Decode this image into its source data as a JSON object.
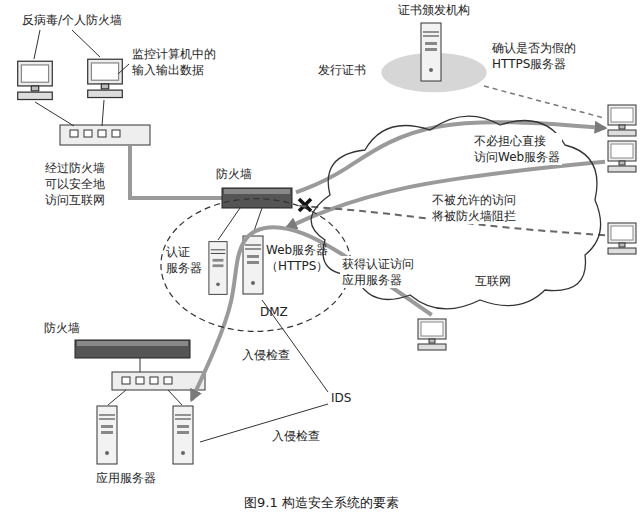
{
  "diagram": {
    "caption": "图9.1 构造安全系统的要素",
    "nodes": [
      {
        "text": [
          "证书颁发机构"
        ]
      },
      {
        "text": [
          "防火墙"
        ]
      },
      {
        "text": [
          "互联网"
        ]
      },
      {
        "text": [
          "DMZ"
        ]
      },
      {
        "text": [
          "认证 服务器"
        ],
        "in": 3
      },
      {
        "text": [
          "Web服务器 （HTTPS）"
        ],
        "in": 3
      },
      {
        "text": [
          "防火墙"
        ]
      },
      {
        "text": [
          "应用服务器"
        ]
      }
    ],
    "edges": [
      {
        "from": 1,
        "to": 2,
        "arrow": "to"
      },
      {
        "from": 2,
        "to": 5,
        "label": "不必担心直接 访问Web服务器",
        "arrow": "to"
      },
      {
        "from": 2,
        "to": 1,
        "label": "不被允许的访问 将被防火墙阻拦",
        "arrow": "none"
      },
      {
        "from": 2,
        "to": 7,
        "label": "获得认证访问 应用服务器",
        "arrow": "to"
      }
    ],
    "labels": [
      "反病毒/个人防火墙",
      "监控计算机中的 输入输出数据",
      "经过防火墙 可以安全地 访问互联网",
      "发行证书",
      "确认是否为假的 HTTPS服务器",
      "入侵检查",
      "IDS",
      "入侵检查"
    ]
  }
}
